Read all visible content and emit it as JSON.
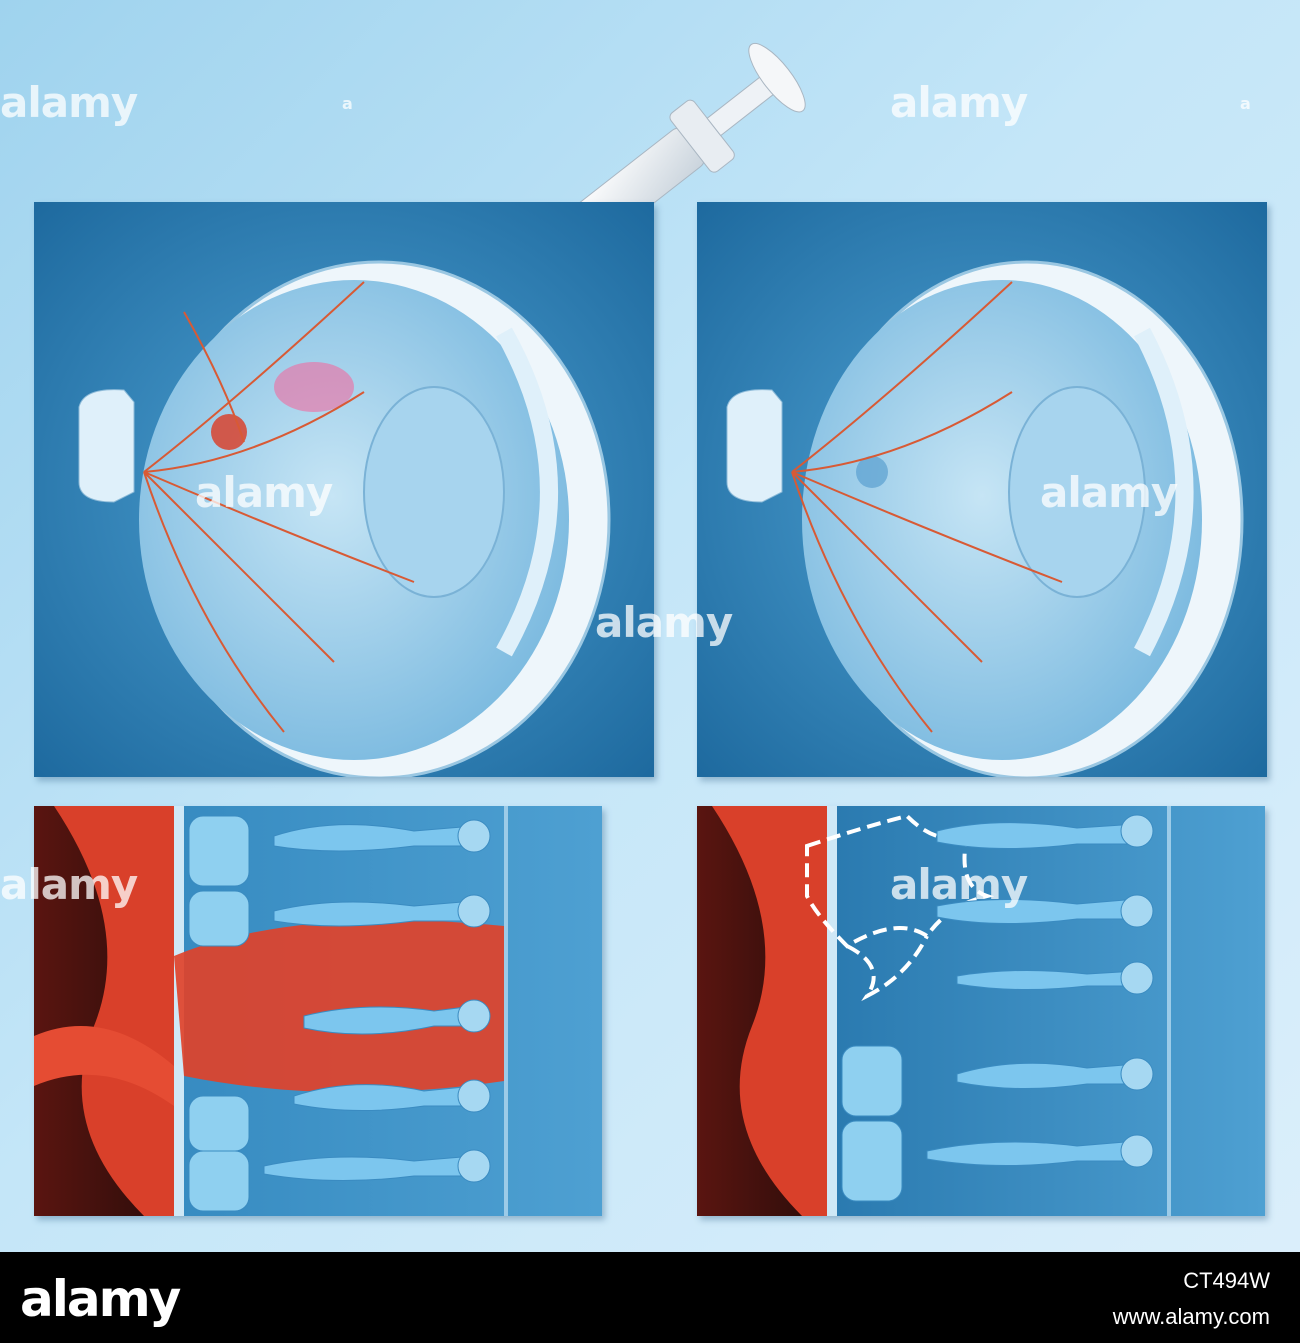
{
  "watermark": {
    "brand": "alamy",
    "mark": "a"
  },
  "footer": {
    "brand": "alamy",
    "image_id": "CT494W",
    "url": "www.alamy.com"
  },
  "colors": {
    "background": "#b6def4",
    "panel_blue": "#2f7fb4",
    "vessel_red": "#e0422a",
    "retina_blue": "#5fb6e4",
    "footer": "#000000"
  },
  "icons": [
    "syringe-icon",
    "eye-cross-section-icon",
    "retina-cells-icon"
  ]
}
